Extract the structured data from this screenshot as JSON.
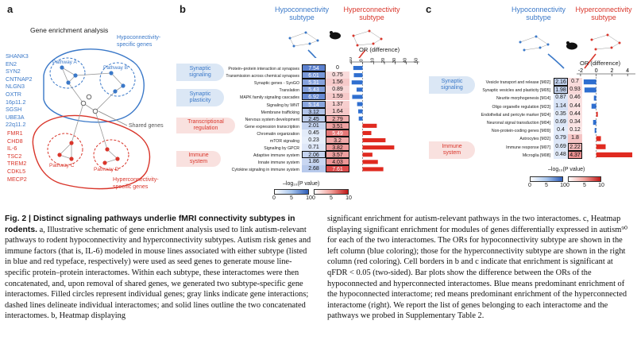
{
  "panels": {
    "a": "a",
    "b": "b",
    "c": "c"
  },
  "panel_a": {
    "title": "Gene enrichment analysis",
    "hypo_label": "Hypoconnectivity-\nspecific genes",
    "hyper_label": "Hyperconnectivity-\nspecific genes",
    "shared_label": "Shared genes",
    "pathways": {
      "a": "Pathway A",
      "b": "Pathway B",
      "c": "Pathway C",
      "d": "Pathway D"
    },
    "blue_genes": [
      "SHANK3",
      "EN2",
      "SYN2",
      "CNTNAP2",
      "NLGN3",
      "OXTR",
      "16p11.2",
      "SGSH",
      "UBE3A",
      "22q11.2"
    ],
    "red_genes": [
      "FMR1",
      "CHD8",
      "IL-6",
      "TSC2",
      "TREM2",
      "CDKL5",
      "MECP2"
    ]
  },
  "panel_b": {
    "hypo_title": "Hypoconnectivity\nsubtype",
    "hyper_title": "Hyperconnectivity\nsubtype",
    "or_title": "OR (difference)",
    "or_ticks": [
      "-10",
      "0",
      "10",
      "20",
      "30",
      "40",
      "50"
    ],
    "xlabel": "–log₁₀(P value)",
    "cbar_ticks": [
      "0",
      "5",
      "10"
    ],
    "groups": [
      {
        "label": "Synaptic\nsignaling",
        "color": "blue"
      },
      {
        "label": "Synaptic\nplasticity",
        "color": "blue"
      },
      {
        "label": "Transcriptional\nregulation",
        "color": "red"
      },
      {
        "label": "Immune\nsystem",
        "color": "red"
      }
    ],
    "rows": [
      {
        "label": "Protein–protein interaction at synapses",
        "hypo": "7.54",
        "hyper": "0",
        "hb": 1,
        "rb": 0
      },
      {
        "label": "Transmission across chemical synapses",
        "hypo": "6.01",
        "hyper": "0.75",
        "hb": 1,
        "rb": 0
      },
      {
        "label": "Synaptic genes - SynGO",
        "hypo": "5.31",
        "hyper": "1.56",
        "hb": 1,
        "rb": 0
      },
      {
        "label": "Translation",
        "hypo": "5.43",
        "hyper": "0.89",
        "hb": 1,
        "rb": 0
      },
      {
        "label": "MAPK family signaling cascades",
        "hypo": "6.92",
        "hyper": "1.59",
        "hb": 1,
        "rb": 0
      },
      {
        "label": "Signaling by WNT",
        "hypo": "5.14",
        "hyper": "1.37",
        "hb": 1,
        "rb": 0
      },
      {
        "label": "Membrane trafficking",
        "hypo": "3.12",
        "hyper": "1.64",
        "hb": 1,
        "rb": 0
      },
      {
        "label": "Nervous system development",
        "hypo": "2.45",
        "hyper": "2.79",
        "hb": 1,
        "rb": 1
      },
      {
        "label": "Gene expression transcription",
        "hypo": "2.01",
        "hyper": "3.51",
        "hb": 0,
        "rb": 1
      },
      {
        "label": "Chromatin organization",
        "hypo": "0.45",
        "hyper": "5.49",
        "hb": 0,
        "rb": 1
      },
      {
        "label": "mTOR signaling",
        "hypo": "0.23",
        "hyper": "3.2",
        "hb": 0,
        "rb": 1
      },
      {
        "label": "Signaling by GPCR",
        "hypo": "0.71",
        "hyper": "3.82",
        "hb": 0,
        "rb": 1
      },
      {
        "label": "Adaptive immune system",
        "hypo": "2.06",
        "hyper": "3.57",
        "hb": 1,
        "rb": 1
      },
      {
        "label": "Innate immune system",
        "hypo": "1.86",
        "hyper": "4.03",
        "hb": 0,
        "rb": 1
      },
      {
        "label": "Cytokine signaling in immune system",
        "hypo": "2.68",
        "hyper": "7.61",
        "hb": 0,
        "rb": 1
      }
    ],
    "or_values": [
      -8.5,
      -8,
      -10,
      -5.5,
      -9.5,
      -5,
      -4,
      -3.5,
      13,
      8,
      21,
      29,
      9,
      14,
      19
    ]
  },
  "panel_c": {
    "hypo_title": "Hypoconnectivity\nsubtype",
    "hyper_title": "Hyperconnectivity\nsubtype",
    "or_title": "OR (difference)",
    "or_ticks": [
      "-2",
      "0",
      "2",
      "4"
    ],
    "xlabel": "–log₁₀(P value)",
    "cbar_ticks": [
      "0",
      "5",
      "10"
    ],
    "groups": [
      {
        "label": "Synaptic\nsignaling",
        "color": "blue"
      },
      {
        "label": "Immune\nsystem",
        "color": "red"
      }
    ],
    "rows": [
      {
        "label": "Vesicle transport and release [M02]",
        "hypo": "2.16",
        "hyper": "0.7",
        "hb": 1,
        "rb": 0
      },
      {
        "label": "Synaptic vesicles and plasticity [M05]",
        "hypo": "1.98",
        "hyper": "0.93",
        "hb": 1,
        "rb": 0
      },
      {
        "label": "Neurite morphogenesis [M14]",
        "hypo": "0.87",
        "hyper": "0.46",
        "hb": 0,
        "rb": 0
      },
      {
        "label": "Oligo organelle regulation [M23]",
        "hypo": "1.14",
        "hyper": "0.44",
        "hb": 0,
        "rb": 0
      },
      {
        "label": "Endothelial and pericyte marker [M24]",
        "hypo": "0.35",
        "hyper": "0.44",
        "hb": 0,
        "rb": 0
      },
      {
        "label": "Neuronal signal transduction [M04]",
        "hypo": "0.69",
        "hyper": "0.34",
        "hb": 0,
        "rb": 0
      },
      {
        "label": "Non-protein-coding genes [M09]",
        "hypo": "0.4",
        "hyper": "0.12",
        "hb": 0,
        "rb": 0
      },
      {
        "label": "Astrocytes [M32]",
        "hypo": "0.79",
        "hyper": "1.8",
        "hb": 0,
        "rb": 0
      },
      {
        "label": "Immune response [M07]",
        "hypo": "0.69",
        "hyper": "2.22",
        "hb": 0,
        "rb": 1
      },
      {
        "label": "Microglia [M08]",
        "hypo": "0.48",
        "hyper": "4.37",
        "hb": 0,
        "rb": 1
      }
    ],
    "or_values": [
      -1.6,
      -1.5,
      -0.3,
      -0.6,
      0.2,
      -0.4,
      -0.2,
      0.6,
      1.2,
      4.6
    ]
  },
  "caption": {
    "heading": "Fig. 2 | Distinct signaling pathways underlie fMRI connectivity subtypes in rodents.",
    "col1": " a, Illustrative schematic of gene enrichment analysis used to link autism-relevant pathways to rodent hypoconnectivity and hyperconnectivity subtypes. Autism risk genes and immune factors (that is, IL-6) modeled in mouse lines associated with either subtype (listed in blue and red typeface, respectively) were used as seed genes to generate mouse line-specific protein–protein interactomes. Within each subtype, these interactomes were then concatenated, and, upon removal of shared genes, we generated two subtype-specific gene interactomes. Filled circles represent individual genes; gray links indicate gene interactions; dashed lines delineate individual interactomes; and solid lines outline the two concatenated interactomes. b, Heatmap displaying",
    "col2": "significant enrichment for autism-relevant pathways in the two interactomes. c, Heatmap displaying significant enrichment for modules of genes differentially expressed in autism⁹⁰ for each of the two interactomes. The ORs for hypoconnectivity subtype are shown in the left column (blue coloring); those for the hyperconnectivity subtype are shown in the right column (red coloring). Cell borders in b and c indicate that enrichment is significant at qFDR < 0.05 (two-sided). Bar plots show the difference between the ORs of the hypoconnected and hyperconnected interactomes. Blue means predominant enrichment of the hypoconnected interactome; red means predominant enrichment of the hyperconnected interactome (right). We report the list of genes belonging to each interactome and the pathways we probed in Supplementary Table 2."
  }
}
